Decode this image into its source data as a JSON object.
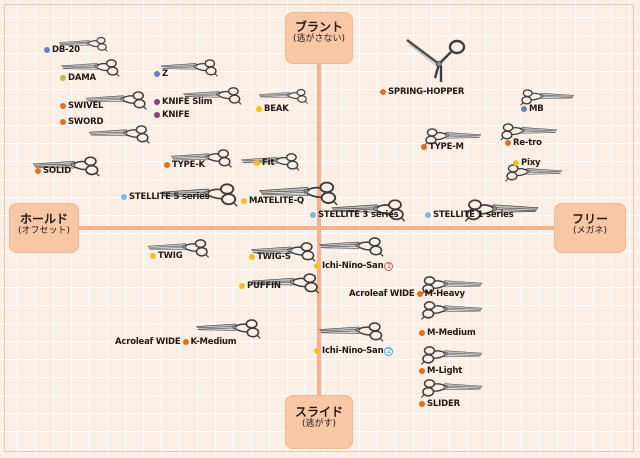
{
  "axes": {
    "top": {
      "title": "ブラント",
      "subtitle": "(逃がさない)"
    },
    "bottom": {
      "title": "スライド",
      "subtitle": "(逃がす)"
    },
    "left": {
      "title": "ホールド",
      "subtitle": "(オフセット)"
    },
    "right": {
      "title": "フリー",
      "subtitle": "(メガネ)"
    }
  },
  "colors": {
    "blue": "#6b7fbf",
    "green": "#a6c84a",
    "purple": "#8a3f7a",
    "orange": "#e0701e",
    "yellow": "#f2c21c",
    "lightblue": "#7fbde0",
    "axis": "#f4b38e",
    "box": "#f8c7a6"
  },
  "products": [
    {
      "id": "db-20",
      "label": "DB-20",
      "color": "blue"
    },
    {
      "id": "dama",
      "label": "DAMA",
      "color": "green"
    },
    {
      "id": "z",
      "label": "Z",
      "color": "blue"
    },
    {
      "id": "swivel",
      "label": "SWIVEL",
      "color": "orange"
    },
    {
      "id": "knife-slim",
      "label": "KNIFE Slim",
      "color": "purple"
    },
    {
      "id": "knife",
      "label": "KNIFE",
      "color": "purple"
    },
    {
      "id": "beak",
      "label": "BEAK",
      "color": "yellow"
    },
    {
      "id": "sword",
      "label": "SWORD",
      "color": "orange"
    },
    {
      "id": "spring-hopper",
      "label": "SPRING-HOPPER",
      "color": "orange"
    },
    {
      "id": "mb",
      "label": "MB",
      "color": "blue"
    },
    {
      "id": "re-tro",
      "label": "Re-tro",
      "color": "orange"
    },
    {
      "id": "type-m",
      "label": "TYPE-M",
      "color": "orange"
    },
    {
      "id": "pixy",
      "label": "Pixy",
      "color": "yellow"
    },
    {
      "id": "solid",
      "label": "SOLID",
      "color": "orange"
    },
    {
      "id": "type-k",
      "label": "TYPE-K",
      "color": "orange"
    },
    {
      "id": "fit",
      "label": "Fit",
      "color": "yellow"
    },
    {
      "id": "stellite-5",
      "label": "STELLITE 5 series",
      "color": "lightblue"
    },
    {
      "id": "matelite-q",
      "label": "MATELITE-Q",
      "color": "yellow"
    },
    {
      "id": "stellite-3",
      "label": "STELLITE 3 series",
      "color": "lightblue"
    },
    {
      "id": "stellite-1",
      "label": "STELLITE 1 series",
      "color": "lightblue"
    },
    {
      "id": "twig",
      "label": "TWIG",
      "color": "yellow"
    },
    {
      "id": "twig-s",
      "label": "TWIG-S",
      "color": "yellow"
    },
    {
      "id": "ichi-1",
      "label": "Ichi-Nino-San",
      "color": "yellow",
      "num": "1",
      "num_color": "red"
    },
    {
      "id": "puffin",
      "label": "PUFFIN",
      "color": "yellow"
    },
    {
      "id": "m-heavy",
      "label": "M-Heavy",
      "color": "orange",
      "prefix": "Acroleaf WIDE"
    },
    {
      "id": "m-medium",
      "label": "M-Medium",
      "color": "orange"
    },
    {
      "id": "k-medium",
      "label": "K-Medium",
      "color": "orange",
      "prefix": "Acroleaf WIDE"
    },
    {
      "id": "ichi-2",
      "label": "Ichi-Nino-San",
      "color": "yellow",
      "num": "2",
      "num_color": "blue"
    },
    {
      "id": "m-light",
      "label": "M-Light",
      "color": "orange"
    },
    {
      "id": "slider",
      "label": "SLIDER",
      "color": "orange"
    }
  ]
}
